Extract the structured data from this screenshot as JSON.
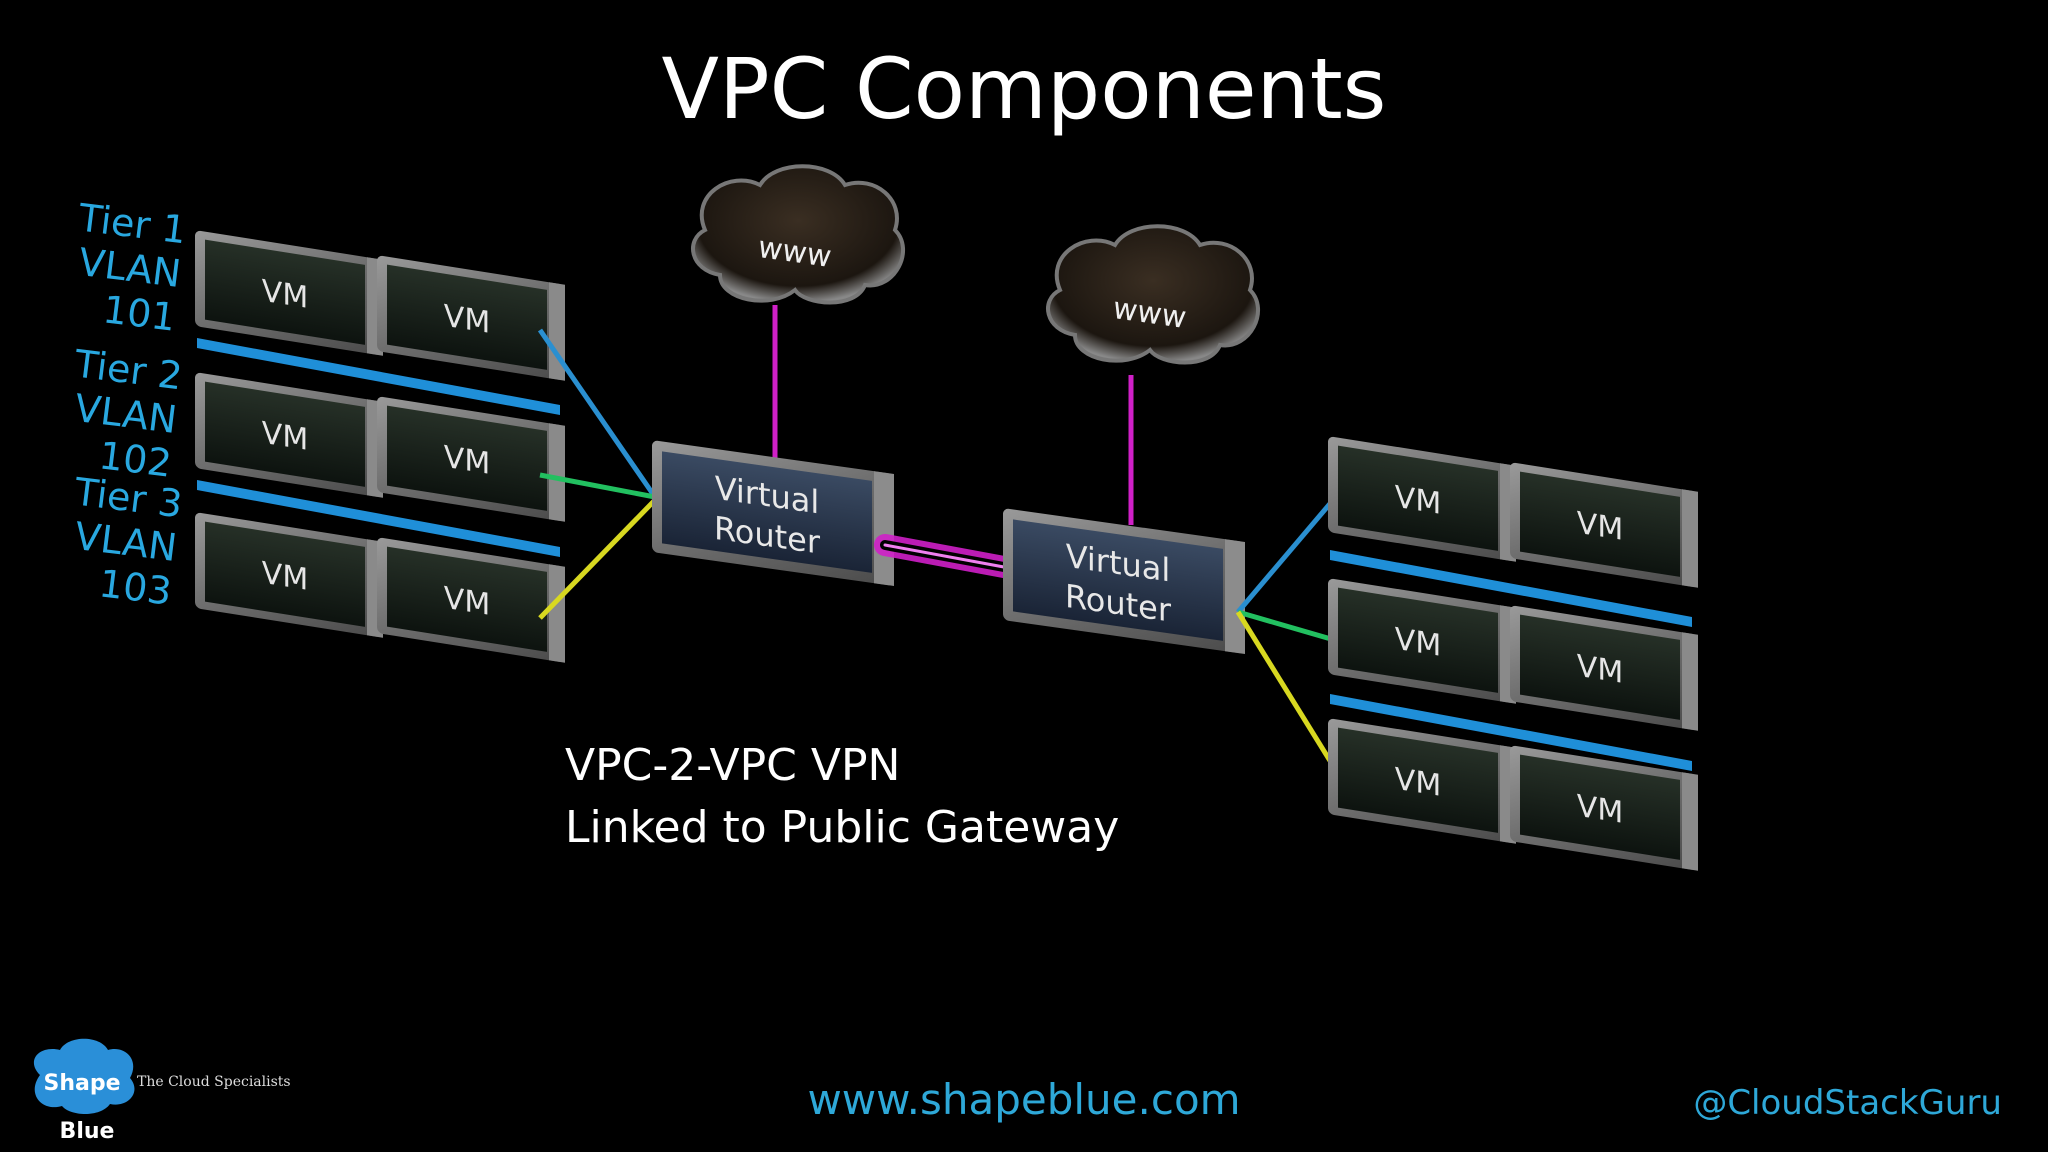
{
  "title": "VPC Components",
  "tiers": [
    {
      "tier": "Tier 1",
      "vlan": "VLAN 101"
    },
    {
      "tier": "Tier 2",
      "vlan": "VLAN 102"
    },
    {
      "tier": "Tier 3",
      "vlan": "VLAN 103"
    }
  ],
  "vm_label": "VM",
  "router_line1": "Virtual",
  "router_line2": "Router",
  "cloud_label": "www",
  "caption_line1": "VPC-2-VPC VPN",
  "caption_line2": "Linked to Public Gateway",
  "footer": {
    "url": "www.shapeblue.com",
    "handle": "@CloudStackGuru",
    "logo_top": "Shape",
    "logo_bottom": "Blue",
    "tagline": "The Cloud Specialists"
  },
  "colors": {
    "tier1_link": "#2a8fd0",
    "tier2_link": "#22c060",
    "tier3_link": "#d8d820",
    "wan_link": "#d020c8",
    "vlan_bar": "#1f8fd8",
    "text_accent": "#2ea8d8"
  }
}
